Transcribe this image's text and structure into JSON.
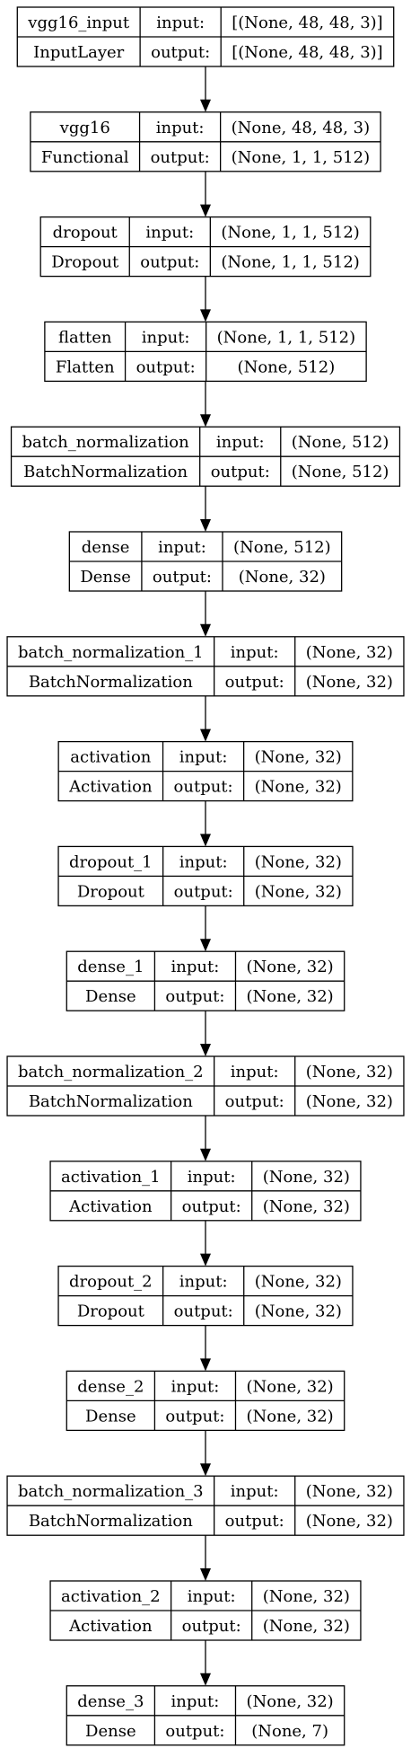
{
  "layers": [
    {
      "name": "vgg16_input",
      "type": "InputLayer",
      "input": "[(None, 48, 48, 3)]",
      "output": "[(None, 48, 48, 3)]"
    },
    {
      "name": "vgg16",
      "type": "Functional",
      "input": "(None, 48, 48, 3)",
      "output": "(None, 1, 1, 512)"
    },
    {
      "name": "dropout",
      "type": "Dropout",
      "input": "(None, 1, 1, 512)",
      "output": "(None, 1, 1, 512)"
    },
    {
      "name": "flatten",
      "type": "Flatten",
      "input": "(None, 1, 1, 512)",
      "output": "(None, 512)"
    },
    {
      "name": "batch_normalization",
      "type": "BatchNormalization",
      "input": "(None, 512)",
      "output": "(None, 512)"
    },
    {
      "name": "dense",
      "type": "Dense",
      "input": "(None, 512)",
      "output": "(None, 32)"
    },
    {
      "name": "batch_normalization_1",
      "type": "BatchNormalization",
      "input": "(None, 32)",
      "output": "(None, 32)"
    },
    {
      "name": "activation",
      "type": "Activation",
      "input": "(None, 32)",
      "output": "(None, 32)"
    },
    {
      "name": "dropout_1",
      "type": "Dropout",
      "input": "(None, 32)",
      "output": "(None, 32)"
    },
    {
      "name": "dense_1",
      "type": "Dense",
      "input": "(None, 32)",
      "output": "(None, 32)"
    },
    {
      "name": "batch_normalization_2",
      "type": "BatchNormalization",
      "input": "(None, 32)",
      "output": "(None, 32)"
    },
    {
      "name": "activation_1",
      "type": "Activation",
      "input": "(None, 32)",
      "output": "(None, 32)"
    },
    {
      "name": "dropout_2",
      "type": "Dropout",
      "input": "(None, 32)",
      "output": "(None, 32)"
    },
    {
      "name": "dense_2",
      "type": "Dense",
      "input": "(None, 32)",
      "output": "(None, 32)"
    },
    {
      "name": "batch_normalization_3",
      "type": "BatchNormalization",
      "input": "(None, 32)",
      "output": "(None, 32)"
    },
    {
      "name": "activation_2",
      "type": "Activation",
      "input": "(None, 32)",
      "output": "(None, 32)"
    },
    {
      "name": "dense_3",
      "type": "Dense",
      "input": "(None, 32)",
      "output": "(None, 7)"
    }
  ],
  "labels": {
    "input": "input:",
    "output": "output:"
  },
  "colors": {
    "stroke": "#000000",
    "background": "#ffffff",
    "text": "#000000"
  }
}
